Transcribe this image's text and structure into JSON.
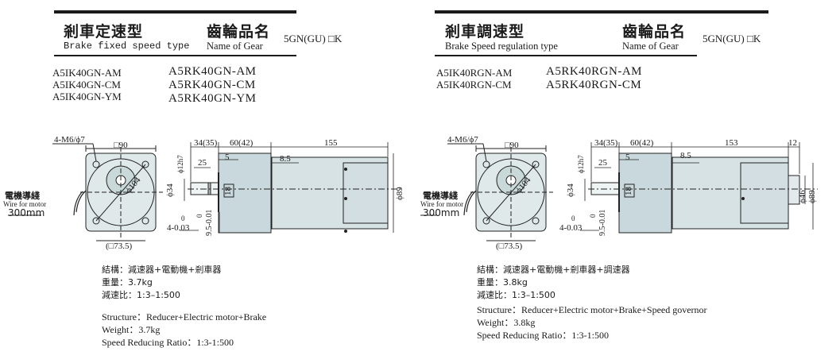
{
  "left": {
    "title_cn": "剎車定速型",
    "title_en": "Brake fixed speed type",
    "gear_cn": "齒輪品名",
    "gear_en": "Name of Gear",
    "gear_code": "5GN(GU) □K",
    "motor_models": [
      "A5IK40GN-AM",
      "A5IK40GN-CM",
      "A5IK40GN-YM"
    ],
    "gear_models": [
      "A5RK40GN-AM",
      "A5RK40GN-CM",
      "A5RK40GN-YM"
    ],
    "drawing": {
      "hole_label": "4-M6/ϕ7",
      "square": "□90",
      "diagonal": "ϕ104",
      "pcd": "(□73.5)",
      "wire_cn": "電機導綫",
      "wire_en": "Wire for motor",
      "wire_len": "300mm",
      "d34_35": "34(35)",
      "d60_42": "60(42)",
      "d_main": "155",
      "d25": "25",
      "d5": "5",
      "d8_5": "8.5",
      "shaft_fit": "ϕ12h7",
      "shaft_dia": "ϕ34",
      "key": "18",
      "body_dia": "ϕ89",
      "key_w": "4-0.03",
      "key_w_top": "0",
      "key_h": "9.5-0.01",
      "key_h_top": "0"
    },
    "specs_cn": [
      "結構：減速器+電動機+剎車器",
      "重量：3.7kg",
      "減速比：1:3–1:500"
    ],
    "specs_en": [
      "Structure：Reducer+Electric motor+Brake",
      "Weight：3.7kg",
      "Speed Reducing Ratio：1:3-1:500"
    ]
  },
  "right": {
    "title_cn": "剎車調速型",
    "title_en": "Brake Speed regulation type",
    "gear_cn": "齒輪品名",
    "gear_en": "Name of Gear",
    "gear_code": "5GN(GU) □K",
    "motor_models": [
      "A5IK40RGN-AM",
      "A5IK40RGN-CM"
    ],
    "gear_models": [
      "A5RK40RGN-AM",
      "A5RK40RGN-CM"
    ],
    "drawing": {
      "hole_label": "4-M6/ϕ7",
      "square": "□90",
      "diagonal": "ϕ104",
      "pcd": "(□73.5)",
      "wire_cn": "電機導綫",
      "wire_en": "Wire for motor",
      "wire_len": "300mm",
      "d34_35": "34(35)",
      "d60_42": "60(42)",
      "d_main": "153",
      "d_end": "12",
      "d25": "25",
      "d5": "5",
      "d8_5": "8.5",
      "shaft_fit": "ϕ12h7",
      "shaft_dia": "ϕ34",
      "key": "18",
      "body_dia": "ϕ89",
      "cap_dia": "ϕ46",
      "key_w": "4-0.03",
      "key_w_top": "0",
      "key_h": "9.5-0.01",
      "key_h_top": "0"
    },
    "specs_cn": [
      "結構：減速器+電動機+剎車器+調速器",
      "重量：3.8kg",
      "減速比：1:3–1:500"
    ],
    "specs_en": [
      "Structure：Reducer+Electric motor+Brake+Speed governor",
      "Weight：3.8kg",
      "Speed Reducing Ratio：1:3-1:500"
    ]
  }
}
